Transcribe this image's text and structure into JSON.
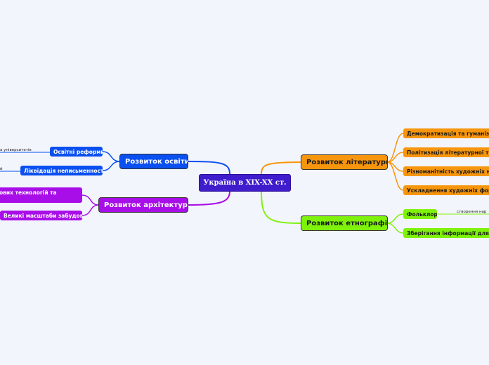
{
  "diagram": {
    "root": "Україна в XIX-XX ст.",
    "education": {
      "title": "Розвиток освіти",
      "reforms": "Освітні реформи",
      "reforms_detail": "а університетів",
      "literacy": "Ліквідація неписьменності",
      "literacy_detail": "й"
    },
    "architecture": {
      "title": "Розвиток архітектури",
      "tech": "ових технологій та",
      "scale": "Великі масштаби забудови"
    },
    "literature": {
      "title": "Розвиток літератури",
      "items": [
        "Демократизація та гуманізаці",
        "Політизація літературної тво",
        "Різноманітність художніх нап",
        "Ускладнення художніх форм"
      ]
    },
    "ethnography": {
      "title": "Розвиток етнографії",
      "folklore": "Фольклор",
      "folklore_detail": "створення нар",
      "storage": "Зберігання інформації для на"
    }
  },
  "colors": {
    "root": "#3f1ccc",
    "education": "#0a4ff0",
    "architecture": "#a80ee8",
    "literature": "#f7960c",
    "ethnography": "#7ff20c",
    "background": "#f3f5fd"
  }
}
